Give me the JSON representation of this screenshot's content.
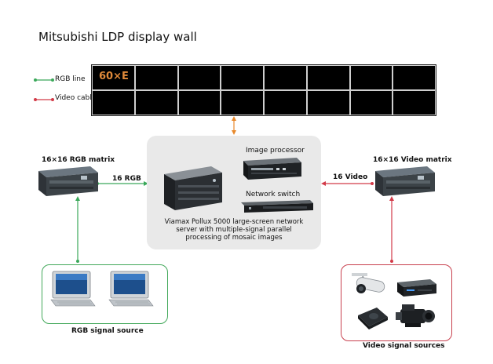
{
  "title": "Mitsubishi LDP display wall",
  "legend": [
    {
      "label": "RGB line",
      "color": "#3aa85a"
    },
    {
      "label": "Video cable",
      "color": "#d23a48"
    }
  ],
  "wall": {
    "tag": "60×E",
    "columns": 8,
    "rows": 2
  },
  "rgb_matrix": {
    "label": "16×16 RGB matrix"
  },
  "video_matrix": {
    "label": "16×16 Video matrix"
  },
  "links": {
    "rgb": "16 RGB",
    "video": "16 Video"
  },
  "server": {
    "image_processor": "Image processor",
    "network_switch": "Network switch",
    "caption": "Viamax Pollux 5000 large-screen network server with multiple-signal parallel processing of mosaic images"
  },
  "rgb_source": {
    "label": "RGB signal source"
  },
  "video_source": {
    "label": "Video signal sources"
  },
  "colors": {
    "rgb_line": "#3aa85a",
    "video_line": "#d23a48",
    "wall_link": "#e8892c",
    "panel_bg": "#e9e9e9"
  }
}
